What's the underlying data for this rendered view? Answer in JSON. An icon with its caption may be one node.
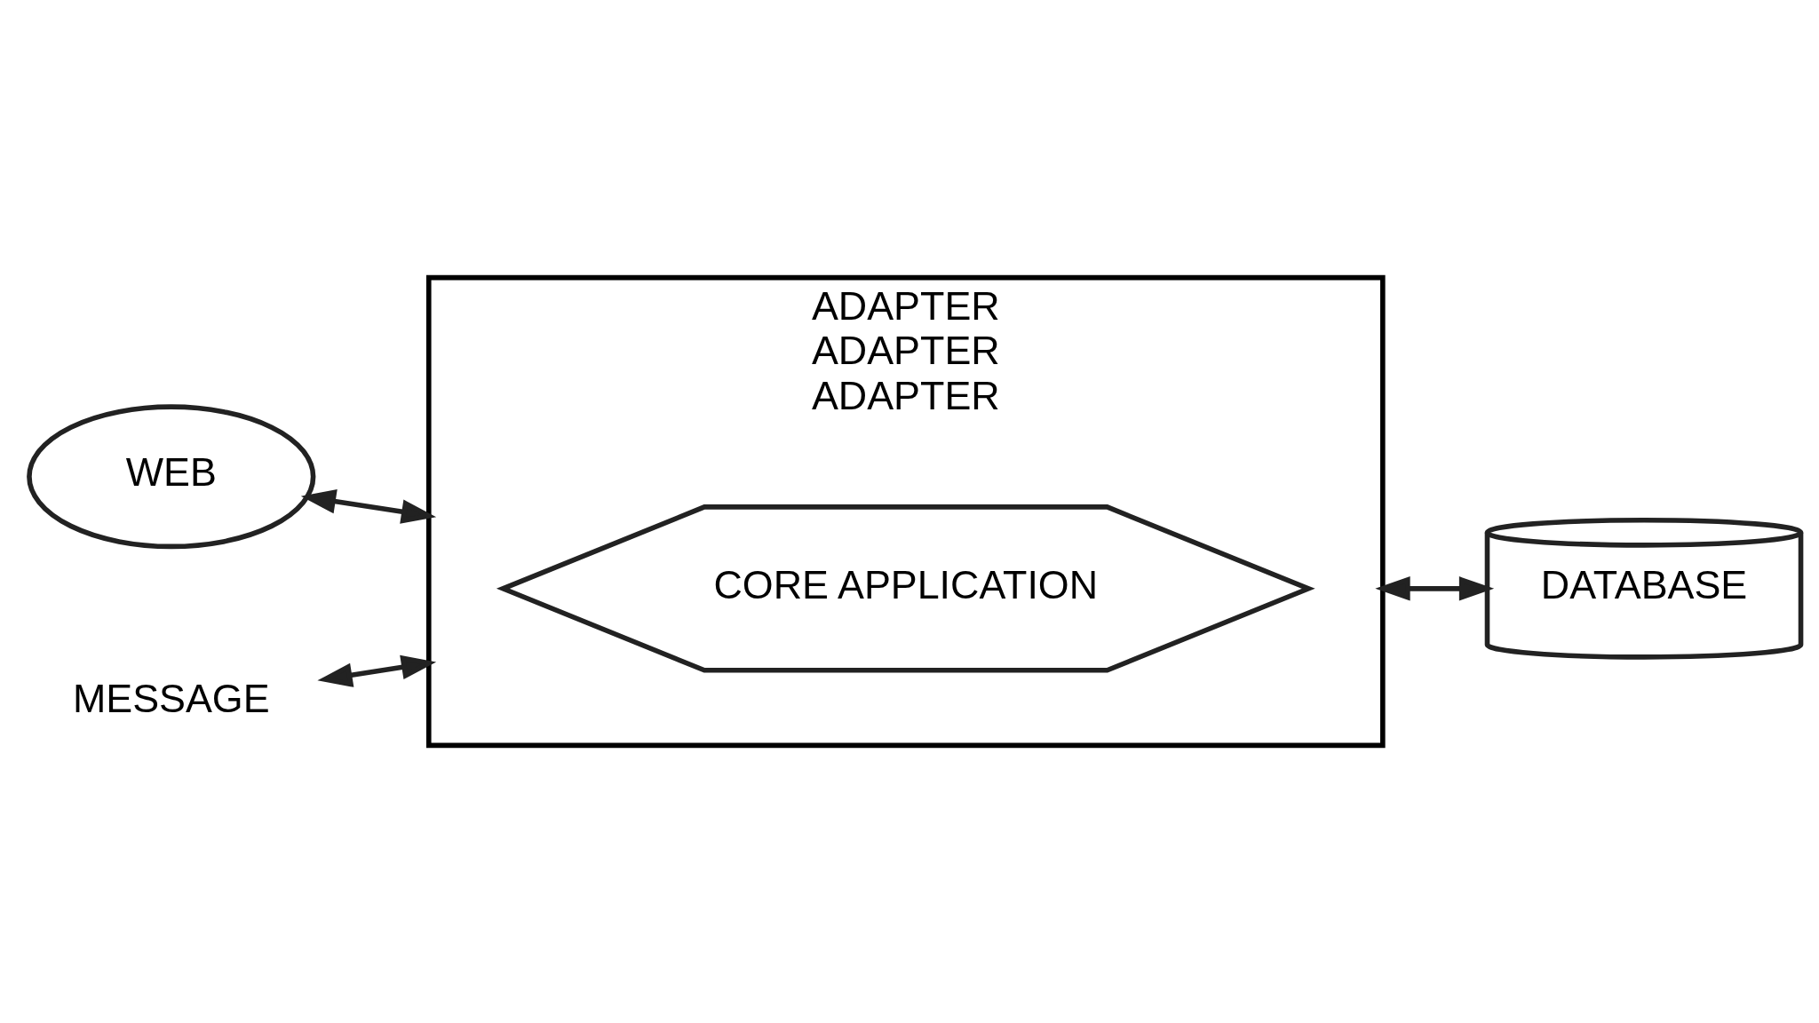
{
  "diagram": {
    "nodes": [
      {
        "text": [
          "WEB"
        ]
      },
      {
        "text": [
          "ADAPTER",
          "ADAPTER",
          "ADAPTER"
        ]
      },
      {
        "text": [
          "CORE APPLICATION"
        ],
        "in": 1
      },
      {
        "text": [
          "MESSAGE"
        ]
      },
      {
        "text": [
          "DATABASE"
        ]
      }
    ],
    "edges": [
      {
        "from": 0,
        "to": 1,
        "arrow": "both"
      },
      {
        "from": 3,
        "to": 1,
        "arrow": "both"
      },
      {
        "from": 1,
        "to": 4,
        "arrow": "both"
      }
    ]
  }
}
